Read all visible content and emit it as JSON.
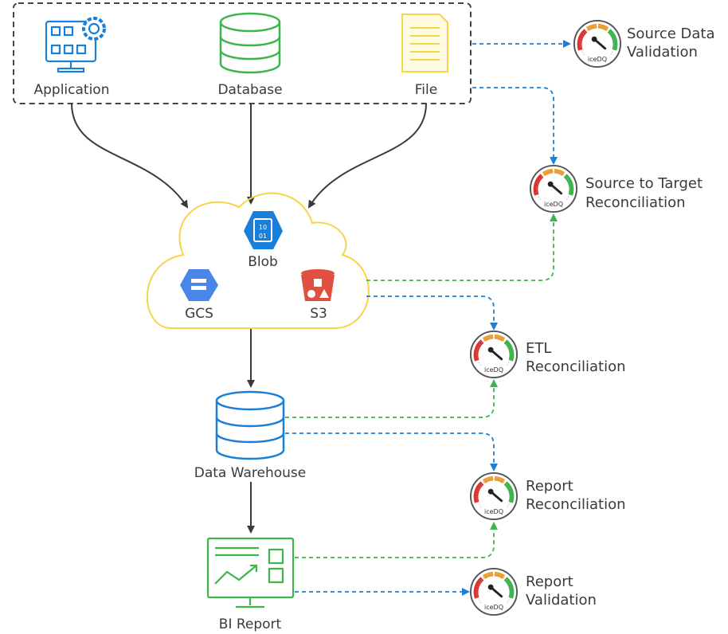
{
  "sources": {
    "application": "Application",
    "database": "Database",
    "file": "File"
  },
  "cloud": {
    "blob": "Blob",
    "blob_bits_1": "10",
    "blob_bits_2": "01",
    "gcs": "GCS",
    "s3": "S3"
  },
  "warehouse": "Data Warehouse",
  "bi_report": "BI Report",
  "gauge_brand": "iceDQ",
  "checks": [
    {
      "line1": "Source Data",
      "line2": "Validation"
    },
    {
      "line1": "Source to Target",
      "line2": "Reconciliation"
    },
    {
      "line1": "ETL",
      "line2": "Reconciliation"
    },
    {
      "line1": "Report",
      "line2": "Reconciliation"
    },
    {
      "line1": "Report",
      "line2": "Validation"
    }
  ],
  "colors": {
    "blue": "#1a7fd9",
    "green": "#3cb54a",
    "yellow": "#f5d54a",
    "dark_arrow": "#3a3a3a",
    "red": "#e0312e",
    "orange": "#f0a030"
  }
}
